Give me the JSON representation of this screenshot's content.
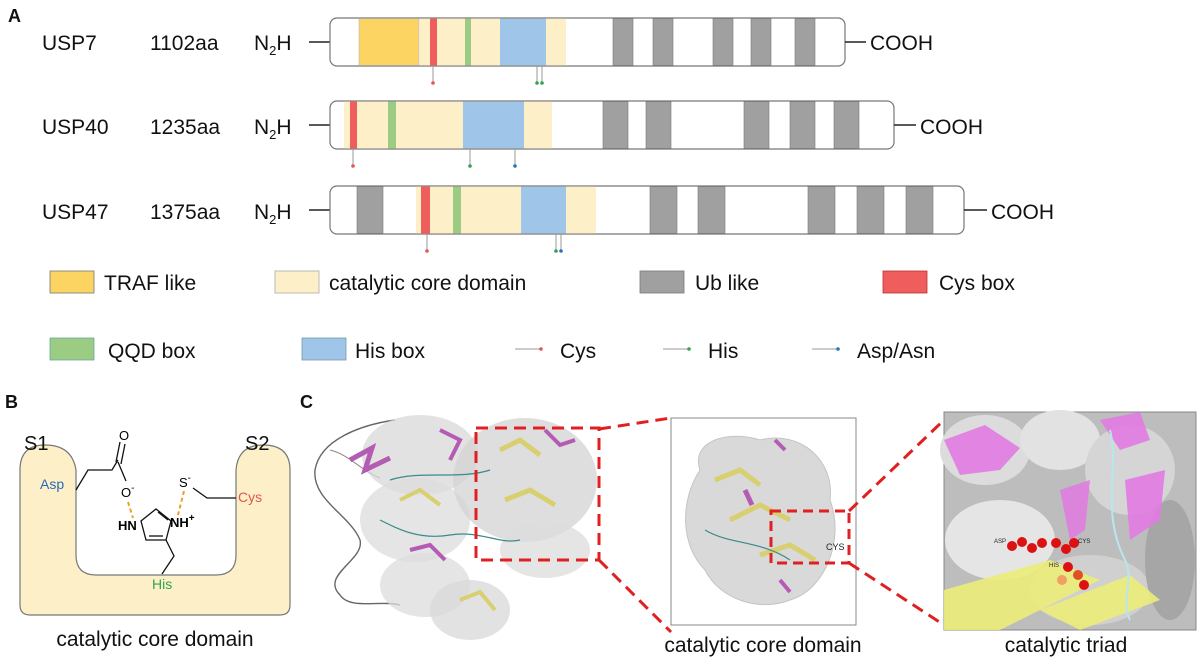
{
  "panels": {
    "a": "A",
    "b": "B",
    "c": "C"
  },
  "proteins": [
    {
      "name": "USP7",
      "length": "1102aa",
      "n_term": "N",
      "n_sub": "2",
      "n_tail": "H",
      "c_term": "COOH"
    },
    {
      "name": "USP40",
      "length": "1235aa",
      "n_term": "N",
      "n_sub": "2",
      "n_tail": "H",
      "c_term": "COOH"
    },
    {
      "name": "USP47",
      "length": "1375aa",
      "n_term": "N",
      "n_sub": "2",
      "n_tail": "H",
      "c_term": "COOH"
    }
  ],
  "legend": {
    "traf": "TRAF like",
    "catalytic": "catalytic core domain",
    "ub": "Ub like",
    "cysbox": "Cys box",
    "qqd": "QQD box",
    "hisbox": "His box",
    "cys": "Cys",
    "his": "His",
    "asp": "Asp/Asn"
  },
  "colors": {
    "traf": "#fcd462",
    "catalytic": "#fdf0c8",
    "ub": "#a0a0a0",
    "cysbox": "#ef5d5d",
    "qqd": "#9ccc84",
    "hisbox": "#9fc5e8",
    "cys_dot": "#e5564e",
    "his_dot": "#2ea44f",
    "asp_dot": "#2f6fbf"
  },
  "panel_b": {
    "s1": "S1",
    "s2": "S2",
    "asp": "Asp",
    "cys": "Cys",
    "his": "His",
    "o_minus": "O",
    "s_minus": "S",
    "o_top": "O",
    "nh": "HN",
    "nh_plus": "NH",
    "caption": "catalytic core domain"
  },
  "panel_c": {
    "caption_mid": "catalytic core domain",
    "caption_right": "catalytic triad",
    "cys_label": "CYS",
    "asp_small": "ASP",
    "cys_small": "CYS",
    "his_small": "HIS"
  }
}
